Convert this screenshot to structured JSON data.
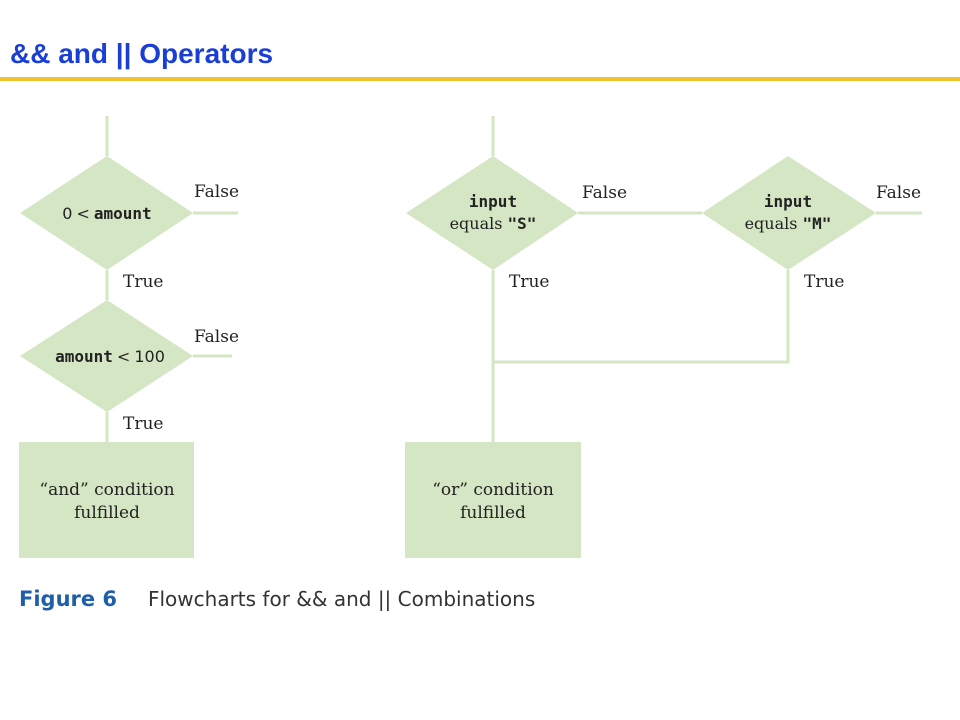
{
  "slide": {
    "title": "&& and || Operators"
  },
  "colors": {
    "title": "#1a3fd6",
    "rule": "#f2c12e",
    "shape_fill": "#d4e6c3",
    "line": "#d4e6c3",
    "figure_label": "#1f5fa8"
  },
  "and_chart": {
    "decision1": {
      "left": "0",
      "op": "<",
      "right": "amount"
    },
    "decision1_false": "False",
    "decision1_true": "True",
    "decision2": {
      "left": "amount",
      "op": "<",
      "right": "100"
    },
    "decision2_false": "False",
    "decision2_true": "True",
    "result": {
      "line1": "“and” condition",
      "line2": "fulfilled"
    }
  },
  "or_chart": {
    "decision1": {
      "line1": "input",
      "line2_prefix": "equals ",
      "line2_code": "\"S\""
    },
    "decision1_false": "False",
    "decision1_true": "True",
    "decision2": {
      "line1": "input",
      "line2_prefix": "equals ",
      "line2_code": "\"M\""
    },
    "decision2_false": "False",
    "decision2_true": "True",
    "result": {
      "line1": "“or” condition",
      "line2": "fulfilled"
    }
  },
  "caption": {
    "figure_label": "Figure 6",
    "text": "Flowcharts for && and || Combinations"
  }
}
